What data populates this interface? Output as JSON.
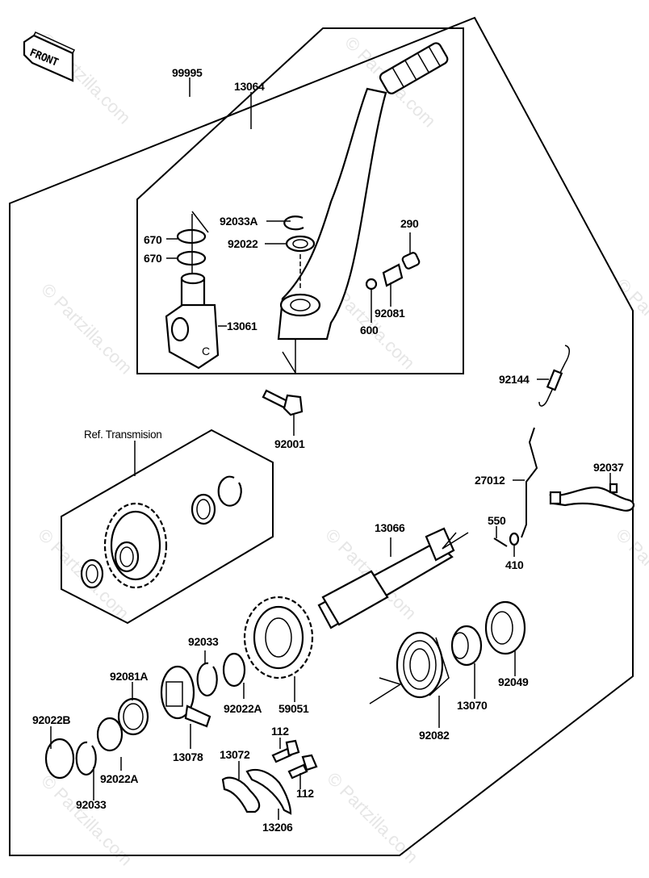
{
  "diagram": {
    "subject": "Kick starter assembly exploded parts diagram",
    "direction_indicator": "FRONT",
    "reference_group_label": "Ref. Transmision",
    "watermark": "© Partzilla.com",
    "callouts": {
      "assembly_outer": "99995",
      "kick_pedal_assembly": "13064",
      "circlip_top": "92033A",
      "washer_pedal": "92022",
      "oring_upper": "670",
      "oring_lower": "670",
      "pedal_boss": "13061",
      "plug": "290",
      "spring_detent": "92081",
      "ball": "600",
      "bolt_pedal": "92001",
      "return_spring": "92144",
      "rod": "27012",
      "bracket": "92037",
      "cotter_pin": "550",
      "washer_rod": "410",
      "kick_shaft": "13066",
      "bushing": "13070",
      "oil_seal": "92049",
      "kick_spring": "92082",
      "circlip_mid": "92033",
      "washer_a_upper": "92022A",
      "kick_gear": "59051",
      "ratchet_spring": "92081A",
      "ratchet": "13078",
      "washer_b": "92022B",
      "washer_a_lower": "92022A",
      "circlip_lower": "92033",
      "guide_plate": "13072",
      "bolt_upper": "112",
      "bolt_lower": "112",
      "stopper_plate": "13206"
    }
  }
}
